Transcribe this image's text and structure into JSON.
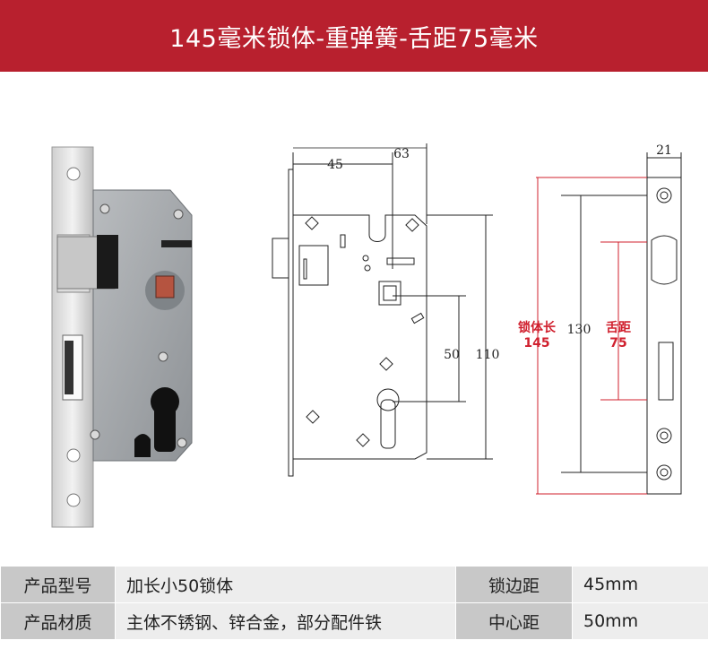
{
  "banner": {
    "title": "145毫米锁体-重弹簧-舌距75毫米"
  },
  "drawing": {
    "dim_backset": "45",
    "dim_body_width": "63",
    "dim_handle_to_cylinder": "50",
    "dim_body_height": "110",
    "dim_faceplate_width": "21",
    "dim_screw_spacing": "130",
    "lock_length_label": "锁体长",
    "lock_length_value": "145",
    "latch_distance_label": "舌距",
    "latch_distance_value": "75",
    "accent_color": "#d0202e"
  },
  "specs": {
    "rows": [
      {
        "label1": "产品型号",
        "value1": "加长小50锁体",
        "label2": "锁边距",
        "value2": "45mm"
      },
      {
        "label1": "产品材质",
        "value1": "主体不锈钢、锌合金，部分配件铁",
        "label2": "中心距",
        "value2": "50mm"
      }
    ]
  }
}
